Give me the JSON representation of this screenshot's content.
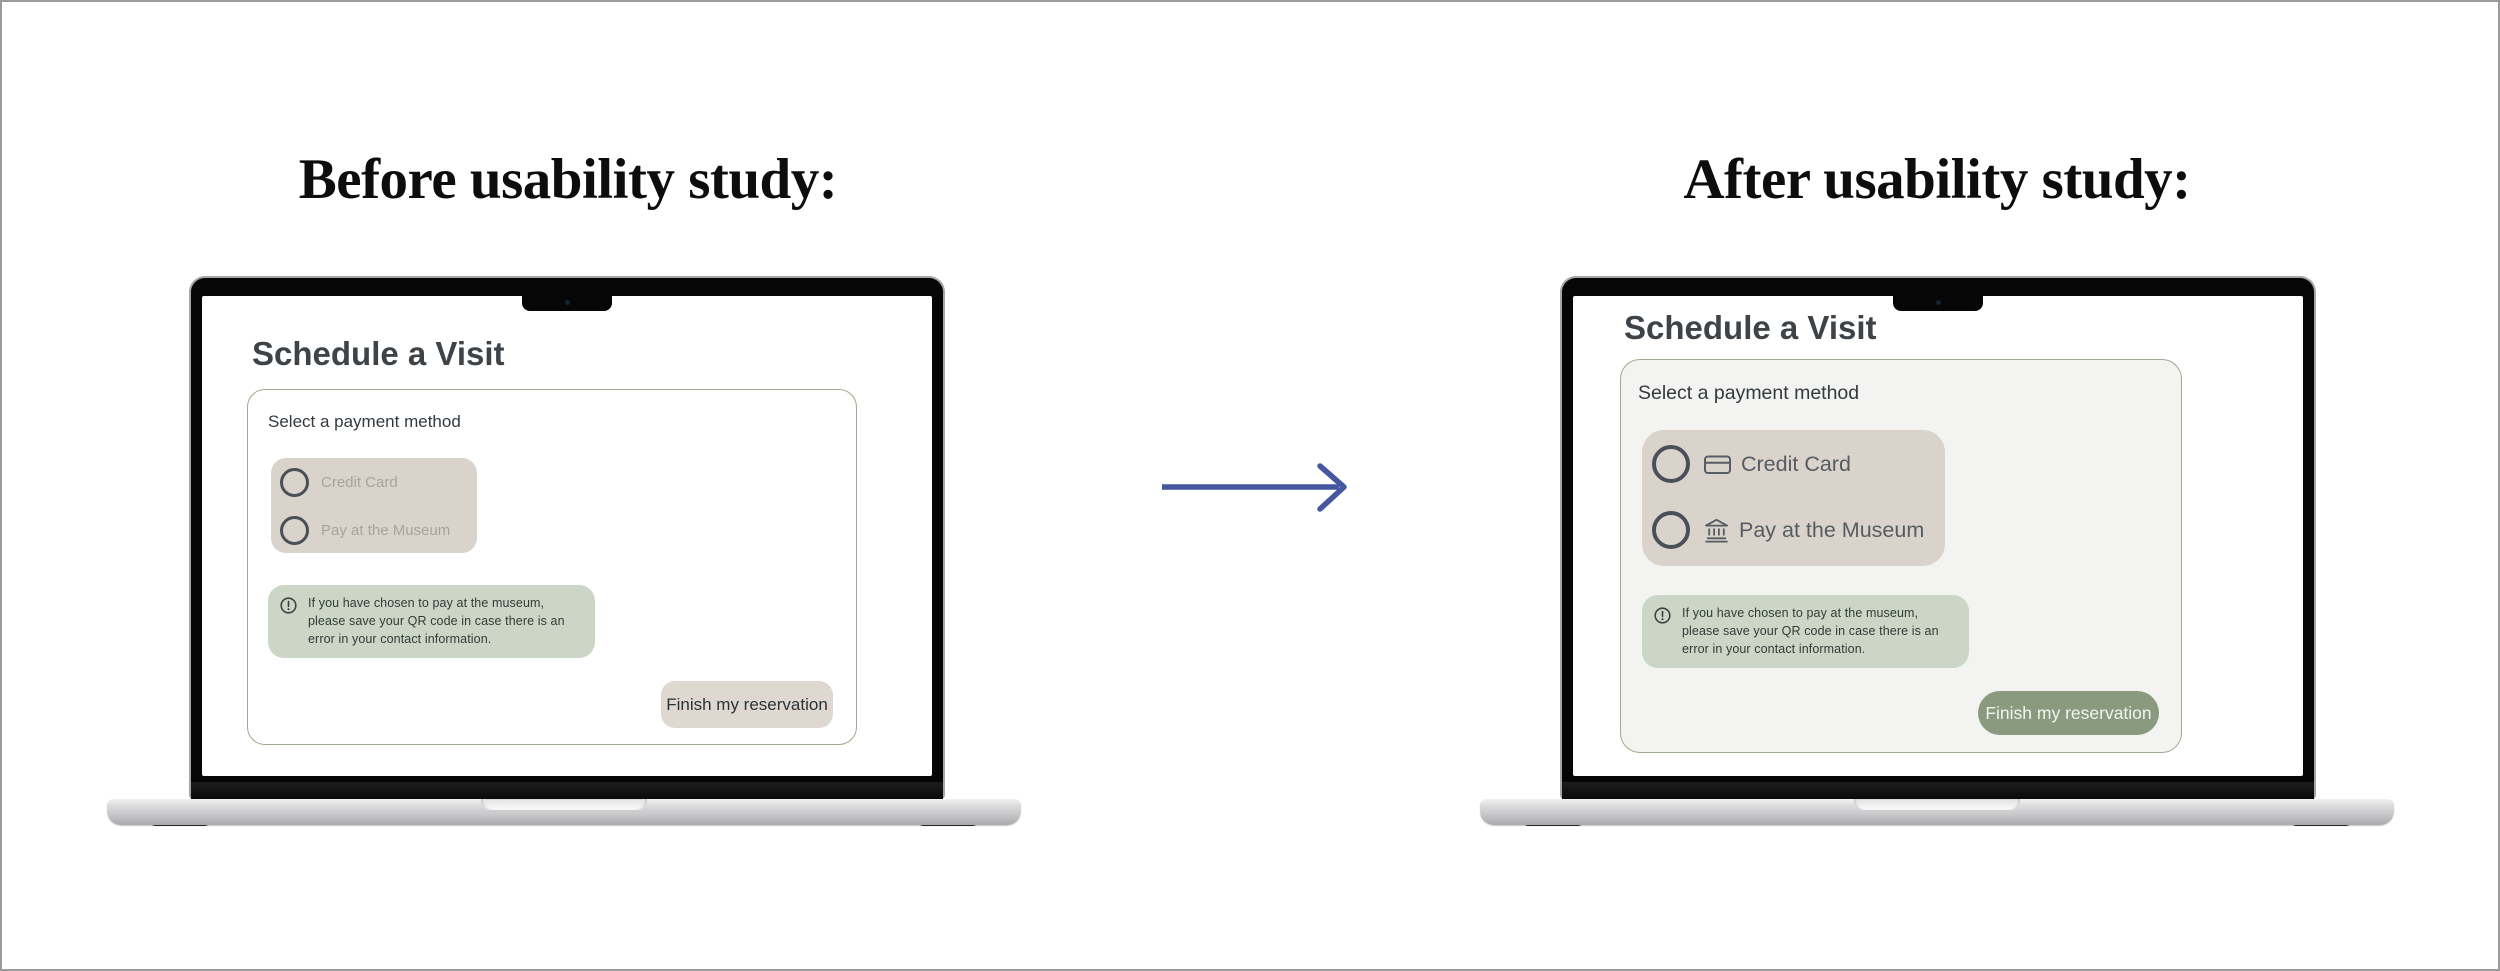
{
  "titles": {
    "before": "Before usability study:",
    "after": "After usability study:"
  },
  "colors": {
    "title_color": "#0D0D0D",
    "heading": "#3E4347",
    "prompt": "#333A3F",
    "card_border": "#9CAC8E",
    "after_card_bg": "#F3F4F1",
    "option_box_bg": "#DAD3CB",
    "before_option_label": "#A8A39D",
    "after_option_label": "#565C63",
    "radio_stroke": "#49505A",
    "notice_bg": "#CBD6C7",
    "notice_text": "#333B38",
    "notice_icon": "#3B4345",
    "before_button_bg": "#DED8D1",
    "before_button_text": "#2C3237",
    "after_button_bg": "#8A9A7F",
    "after_button_text": "#F2F4EF",
    "arrow": "#45579F"
  },
  "before": {
    "heading": "Schedule a Visit",
    "prompt": "Select a payment method",
    "options": [
      {
        "label": "Credit Card"
      },
      {
        "label": "Pay at the Museum"
      }
    ],
    "notice": "If you have chosen to pay at the museum, please save your QR code in case there is an error in your contact information.",
    "button": "Finish my reservation"
  },
  "after": {
    "heading": "Schedule a Visit",
    "prompt": "Select a payment method",
    "options": [
      {
        "label": "Credit Card",
        "icon": "credit-card-icon"
      },
      {
        "label": "Pay at the Museum",
        "icon": "museum-icon"
      }
    ],
    "notice": "If you have chosen to pay at the museum, please save your QR code in case there is an error in your contact information.",
    "button": "Finish my reservation"
  }
}
